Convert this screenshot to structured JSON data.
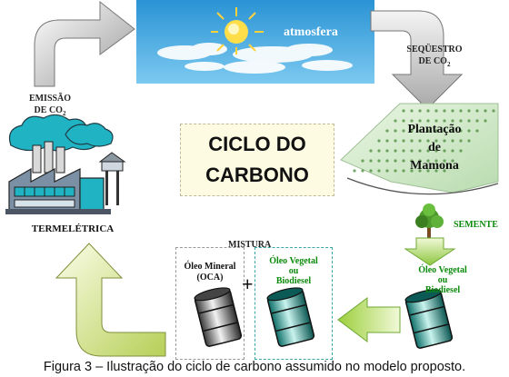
{
  "atmosphere": {
    "label": "atmosfera"
  },
  "sequestration": {
    "line1": "SEQÜESTRO",
    "line2": "DE CO",
    "sub": "2"
  },
  "emission": {
    "line1": "EMISSÃO",
    "line2": "DE CO",
    "sub": "2"
  },
  "power_plant": {
    "label": "TERMELÉTRICA"
  },
  "center": {
    "line1": "CICLO DO",
    "line2": "CARBONO"
  },
  "plantation": {
    "line1": "Plantação",
    "line2": "de",
    "line3": "Mamona"
  },
  "seed": {
    "label": "SEMENTE"
  },
  "vegetal_oil_right": {
    "line1": "Óleo Vegetal",
    "line2": "ou",
    "line3": "Biodiesel"
  },
  "mixture": {
    "label": "MISTURA",
    "mineral_line1": "Óleo Mineral",
    "mineral_line2": "(OCA)",
    "plus": "+",
    "vegetal_line1": "Óleo Vegetal",
    "vegetal_line2": "ou",
    "vegetal_line3": "Biodiesel"
  },
  "caption": "Figura 3 – Ilustração do ciclo de carbono assumido no modelo proposto.",
  "colors": {
    "sky": "#3aa7e0",
    "arrow_gray": "#c9c9c9",
    "arrow_yellow_green": "#d7e88a",
    "center_box_bg": "#fdfbe1",
    "label_green": "#0a8a0a",
    "barrel_teal": "#2fb3a8"
  }
}
